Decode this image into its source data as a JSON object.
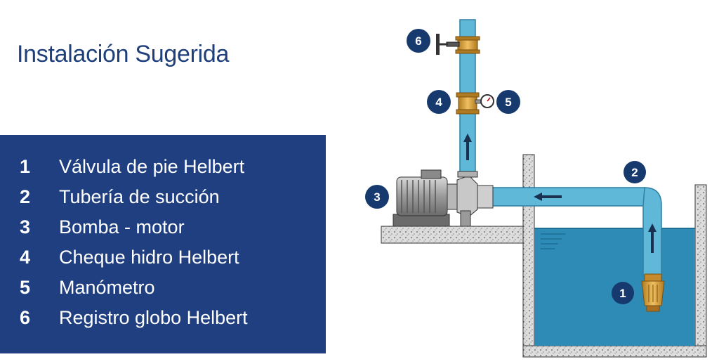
{
  "title": "Instalación Sugerida",
  "legend": [
    {
      "num": "1",
      "label": "Válvula de pie Helbert"
    },
    {
      "num": "2",
      "label": "Tubería de succión"
    },
    {
      "num": "3",
      "label": "Bomba - motor"
    },
    {
      "num": "4",
      "label": "Cheque hidro Helbert"
    },
    {
      "num": "5",
      "label": "Manómetro"
    },
    {
      "num": "6",
      "label": "Registro globo Helbert"
    }
  ],
  "badges": [
    "1",
    "2",
    "3",
    "4",
    "5",
    "6"
  ],
  "colors": {
    "title": "#1f3f7a",
    "panel": "#1f3f80",
    "pipe": "#5fb8d8",
    "water": "#2e8bb5",
    "brass": "#d8a040",
    "concrete": "#d9d9d9",
    "badge": "#173a6e"
  }
}
